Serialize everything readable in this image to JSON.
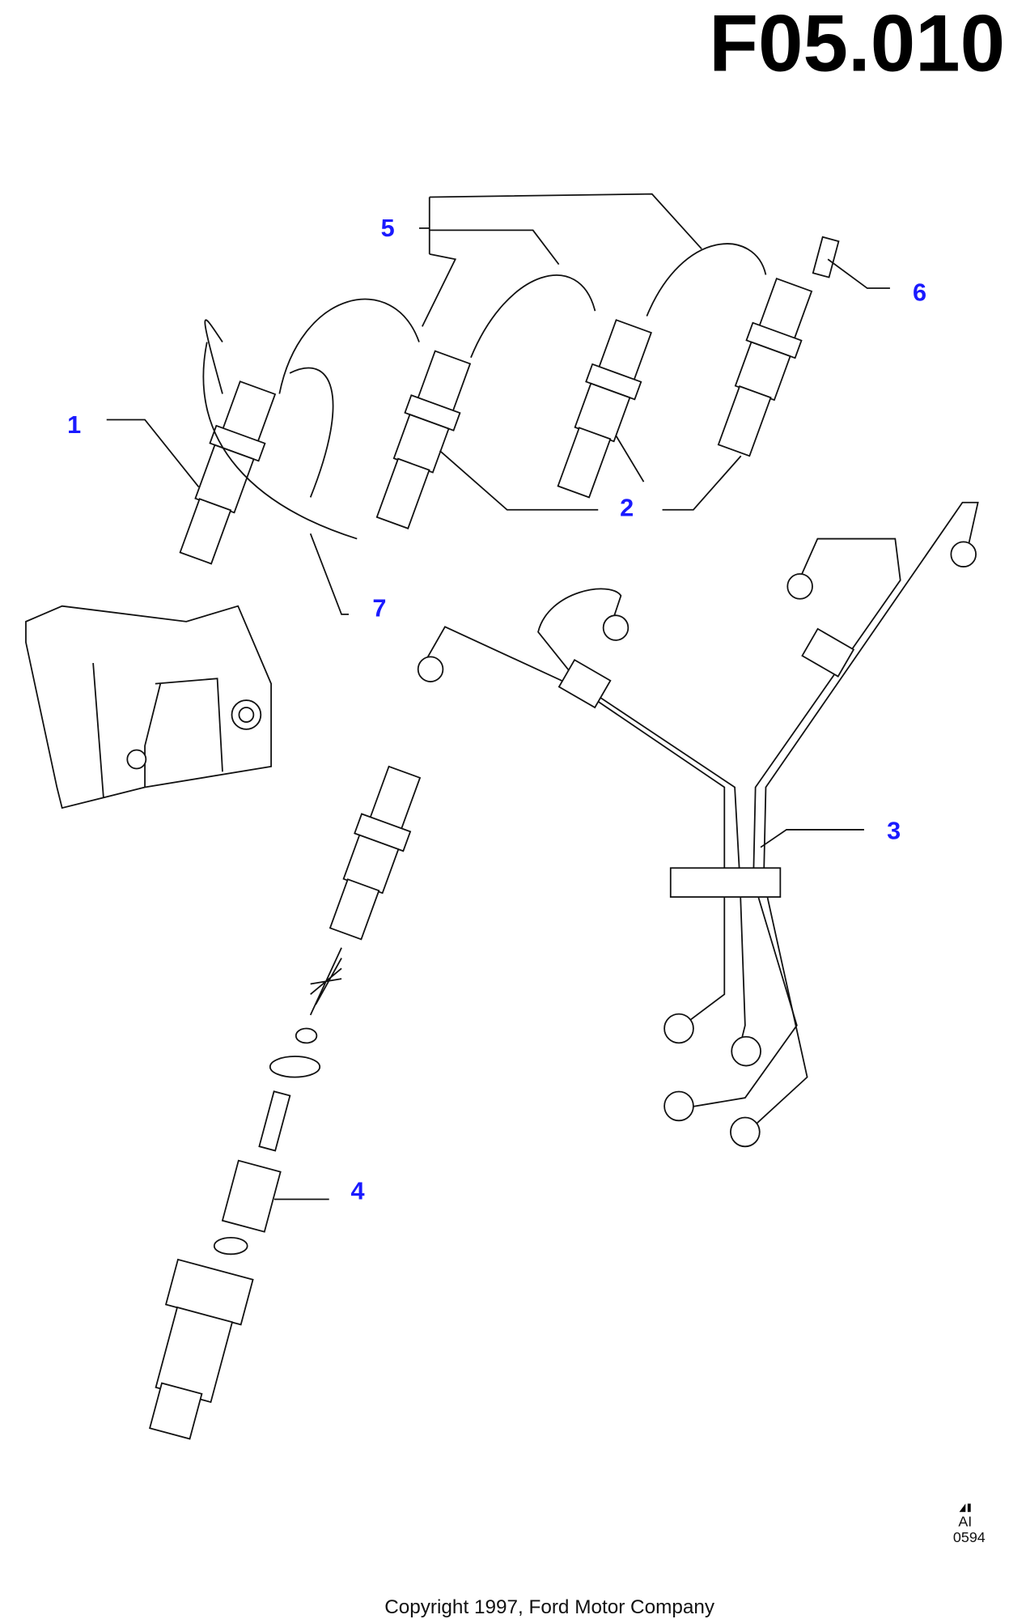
{
  "diagram_code": "F05.010",
  "callouts": [
    "1",
    "2",
    "3",
    "4",
    "5",
    "6",
    "7"
  ],
  "ref_code": {
    "line1": "AI",
    "line2": "0594"
  },
  "copyright": "Copyright 1997, Ford Motor Company"
}
